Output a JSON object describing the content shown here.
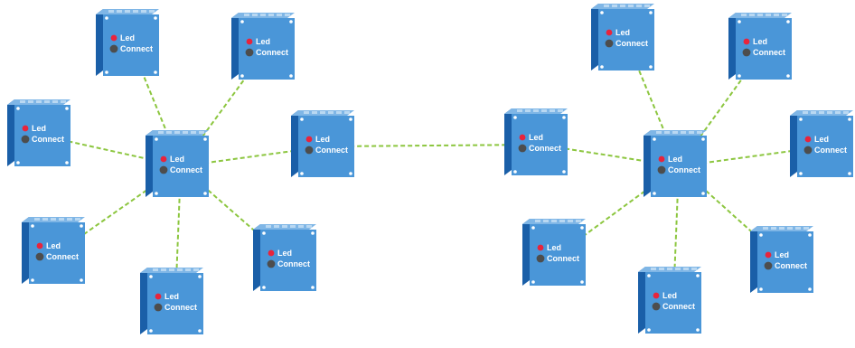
{
  "colors": {
    "device_front": "#4a96d8",
    "device_side": "#1a5fa8",
    "device_top": "#7fb6e6",
    "led_color": "#e8243c",
    "connect_color": "#4d4d4d",
    "link_color": "#8cc63f"
  },
  "device_labels": {
    "led": "Led",
    "connect": "Connect"
  },
  "diagram": {
    "clusters": [
      {
        "hub": "left-hub",
        "devices": [
          "left-top",
          "left-top-right",
          "left-far-left",
          "left-bottom-left",
          "left-bottom",
          "left-bottom-right",
          "left-hub",
          "left-bridge"
        ]
      },
      {
        "hub": "right-hub",
        "devices": [
          "right-top",
          "right-top-right",
          "right-bridge",
          "right-far-right",
          "right-bottom-left",
          "right-bottom",
          "right-bottom-right",
          "right-hub"
        ]
      }
    ],
    "links": [
      [
        "left-hub",
        "left-top"
      ],
      [
        "left-hub",
        "left-top-right"
      ],
      [
        "left-hub",
        "left-far-left"
      ],
      [
        "left-hub",
        "left-bottom-left"
      ],
      [
        "left-hub",
        "left-bottom"
      ],
      [
        "left-hub",
        "left-bottom-right"
      ],
      [
        "left-hub",
        "left-bridge"
      ],
      [
        "left-bridge",
        "right-bridge"
      ],
      [
        "right-hub",
        "right-top"
      ],
      [
        "right-hub",
        "right-top-right"
      ],
      [
        "right-hub",
        "right-bridge"
      ],
      [
        "right-hub",
        "right-far-right"
      ],
      [
        "right-hub",
        "right-bottom-left"
      ],
      [
        "right-hub",
        "right-bottom"
      ],
      [
        "right-hub",
        "right-bottom-right"
      ]
    ]
  }
}
